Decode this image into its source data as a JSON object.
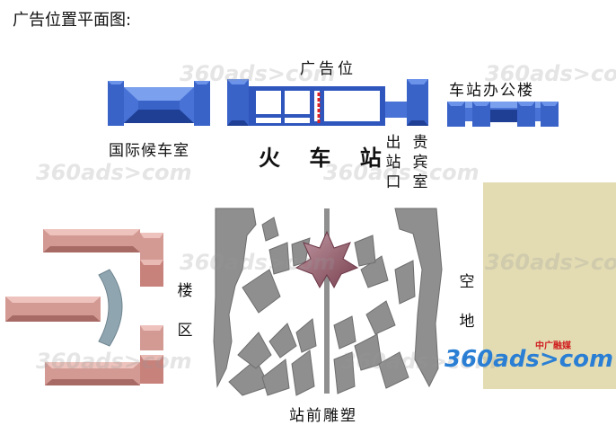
{
  "title": "广告位置平面图:",
  "labels": {
    "ad_position": "广告位",
    "station_office": "车站办公楼",
    "waiting_room": "国际候车室",
    "train_station": "火 车 站",
    "exit": "出站口",
    "vip_room": "贵宾室",
    "building_area": "楼区",
    "vacant_land": "空地",
    "sculpture": "站前雕塑"
  },
  "watermark": {
    "brand": "360ads>com",
    "cn": "中广融媒"
  },
  "colors": {
    "building_blue": "#3a63c8",
    "building_blue_dark": "#1f3f95",
    "building_blue_light": "#5a85e2",
    "ad_marker_red": "#e02020",
    "pink_building": "#d39a94",
    "pink_light": "#e9b9b3",
    "vacant_land": "#e3dcb3",
    "plaza_gray": "#8f8f8f",
    "sculpture_mauve": "#9a5a6a"
  }
}
